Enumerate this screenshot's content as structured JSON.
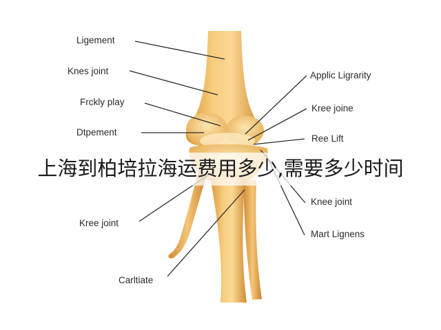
{
  "diagram": {
    "labels_left": [
      {
        "id": "ligement",
        "text": "Ligement"
      },
      {
        "id": "knes-joint",
        "text": "Knes joint"
      },
      {
        "id": "frckly-play",
        "text": "Frckly play"
      },
      {
        "id": "dtpement",
        "text": "Dtpement"
      },
      {
        "id": "kree-joint-left",
        "text": "Kree joint"
      },
      {
        "id": "carltiate",
        "text": "Carltiate"
      }
    ],
    "labels_right": [
      {
        "id": "applic-ligrarity",
        "text": "Applic Ligrarity"
      },
      {
        "id": "kree-joine",
        "text": "Kree joine"
      },
      {
        "id": "ree-lift",
        "text": "Ree Lift"
      },
      {
        "id": "knee-joint-right",
        "text": "Knee joint"
      },
      {
        "id": "mart-lignens",
        "text": "Mart Lignens"
      }
    ],
    "colors": {
      "bone": "#f2bf6e",
      "bone_shadow": "#d9963c",
      "bone_highlight": "#fce3a8",
      "leader_line": "#2b2b2b"
    }
  },
  "watermark": {
    "text": "上海到柏培拉海运费用多少,需要多少时间"
  }
}
